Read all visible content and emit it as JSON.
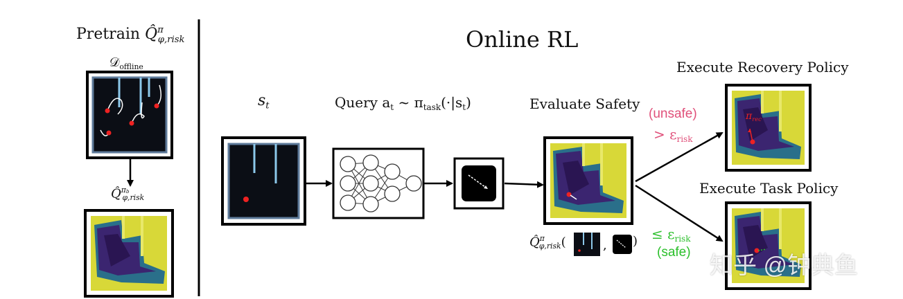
{
  "pretrain": {
    "title": "Pretrain",
    "q_symbol": "Q̂",
    "q_sup": "π",
    "q_sub": "φ,risk",
    "dataset_symbol": "𝒟",
    "dataset_sub": "offline",
    "qb_symbol": "Q̂",
    "qb_sup": "π",
    "qb_sup_sub": "b",
    "qb_sub": "φ,risk"
  },
  "online": {
    "title": "Online RL",
    "state_label": "s",
    "state_sub": "t",
    "query_label": "Query a",
    "query_a_sub": "t",
    "query_mid": " ~ π",
    "query_pi_sub": "task",
    "query_tail": "(·|s",
    "query_s_sub": "t",
    "query_end": ")",
    "evaluate_label": "Evaluate Safety",
    "q_eval_symbol": "Q̂",
    "q_eval_sup": "π",
    "q_eval_sub": "φ,risk",
    "q_eval_open": "(",
    "q_eval_comma": ",",
    "q_eval_close": ")"
  },
  "branches": {
    "recovery_title": "Execute Recovery Policy",
    "unsafe_label": "(unsafe)",
    "unsafe_cond": "> ε",
    "unsafe_cond_sub": "risk",
    "pi_rec": "π",
    "pi_rec_sub": "rec",
    "task_title": "Execute Task Policy",
    "safe_cond": "≤ ε",
    "safe_cond_sub": "risk",
    "safe_label": "(safe)"
  },
  "watermark": "知乎 @钟典鱼",
  "colors": {
    "unsafe": "#e0507a",
    "safe": "#2bbf2b",
    "heat_dark": "#2d1a5c",
    "heat_mid": "#23838e",
    "heat_bright": "#d8d838",
    "state_bg": "#0b0e15",
    "wall": "#8cc8ea"
  }
}
